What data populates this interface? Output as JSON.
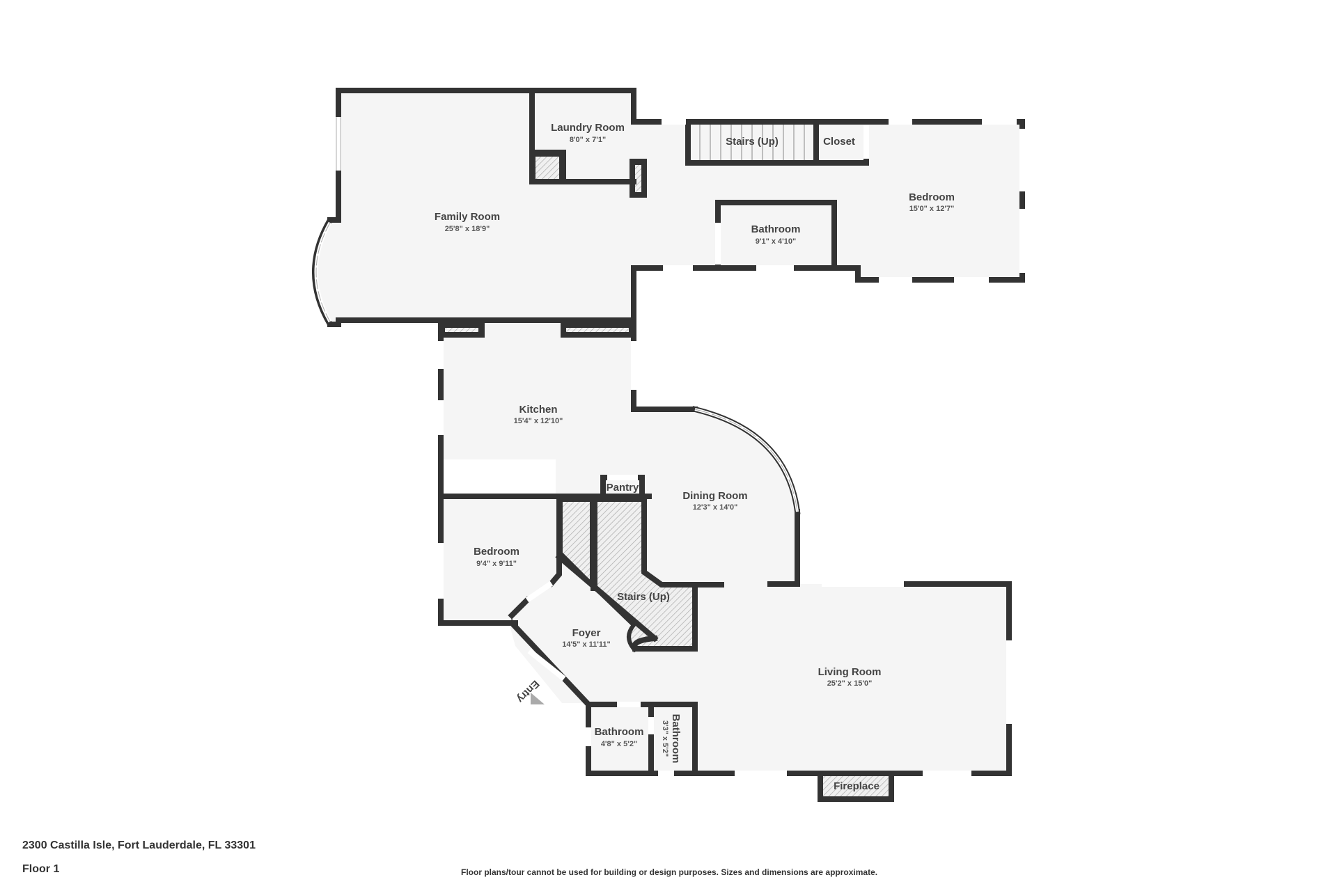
{
  "property": {
    "address": "2300 Castilla Isle, Fort Lauderdale, FL 33301",
    "floor": "Floor 1"
  },
  "disclaimer": "Floor plans/tour cannot be used for building or design purposes. Sizes and dimensions are approximate.",
  "entry_label": "Entry",
  "colors": {
    "wall": "#333333",
    "floor": "#f5f5f5",
    "text": "#444444",
    "background": "#ffffff"
  },
  "rooms": {
    "family_room": {
      "name": "Family Room",
      "dims": "25'8\" x 18'9\""
    },
    "laundry_room": {
      "name": "Laundry Room",
      "dims": "8'0\" x 7'1\""
    },
    "stairs_up_top": {
      "name": "Stairs (Up)"
    },
    "closet": {
      "name": "Closet"
    },
    "bedroom_east": {
      "name": "Bedroom",
      "dims": "15'0\" x 12'7\""
    },
    "bathroom_upper": {
      "name": "Bathroom",
      "dims": "9'1\" x 4'10\""
    },
    "kitchen": {
      "name": "Kitchen",
      "dims": "15'4\" x 12'10\""
    },
    "pantry": {
      "name": "Pantry"
    },
    "dining_room": {
      "name": "Dining Room",
      "dims": "12'3\" x 14'0\""
    },
    "bedroom_west": {
      "name": "Bedroom",
      "dims": "9'4\" x 9'11\""
    },
    "stairs_up_foyer": {
      "name": "Stairs (Up)"
    },
    "foyer": {
      "name": "Foyer",
      "dims": "14'5\" x 11'11\""
    },
    "living_room": {
      "name": "Living Room",
      "dims": "25'2\" x 15'0\""
    },
    "bathroom_small_a": {
      "name": "Bathroom",
      "dims": "4'8\" x 5'2\""
    },
    "bathroom_small_b": {
      "name": "Bathroom",
      "dims": "3'3\" x 5'2\""
    },
    "fireplace": {
      "name": "Fireplace"
    }
  }
}
